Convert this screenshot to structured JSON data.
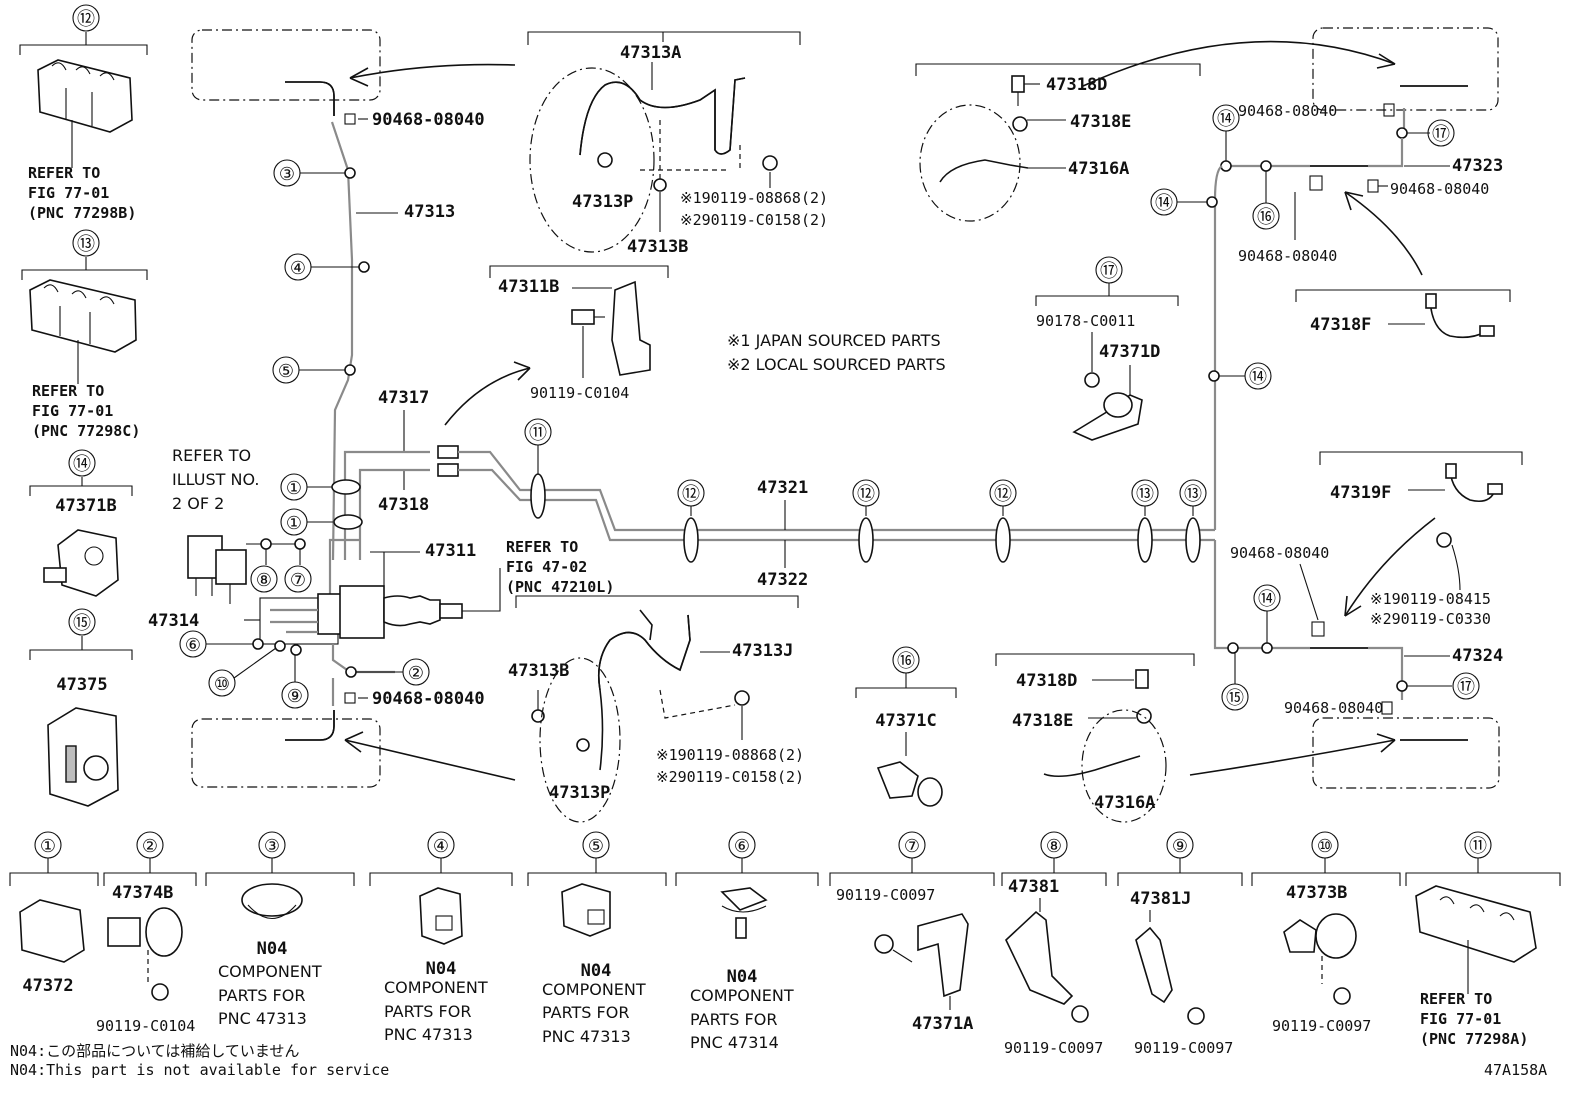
{
  "figure_id": "47A158A",
  "footnotes": {
    "jp": "N04:この部品については補給していません",
    "en": "N04:This part is not available for service"
  },
  "notes": {
    "note1": "※1 JAPAN SOURCED PARTS",
    "note2": "※2 LOCAL SOURCED PARTS"
  },
  "callouts": [
    "①",
    "②",
    "③",
    "④",
    "⑤",
    "⑥",
    "⑦",
    "⑧",
    "⑨",
    "⑩",
    "⑪",
    "⑫",
    "⑬",
    "⑭",
    "⑮",
    "⑯",
    "⑰"
  ],
  "left_column": {
    "c12": {
      "num": "⑫",
      "refer": "REFER TO",
      "fig": "FIG 77-01",
      "pnc": "(PNC 77298B)"
    },
    "c13": {
      "num": "⑬",
      "refer": "REFER TO",
      "fig": "FIG 77-01",
      "pnc": "(PNC 77298C)"
    },
    "c14": {
      "num": "⑭",
      "part": "47371B"
    },
    "c15": {
      "num": "⑮",
      "part": "47375"
    }
  },
  "main_parts": {
    "p47313": "47313",
    "p47317": "47317",
    "p47318": "47318",
    "p47311": "47311",
    "p47314": "47314",
    "p47321": "47321",
    "p47322": "47322",
    "clip_top": "90468-08040",
    "clip_bottom": "90468-08040",
    "refer_illust": [
      "REFER TO",
      "ILLUST NO.",
      "2 OF 2"
    ],
    "refer_fig": [
      "REFER TO",
      "FIG 47-02",
      "(PNC 47210L)"
    ]
  },
  "top_hose": {
    "title": "47313A",
    "p": "47313P",
    "b": "47313B",
    "bolt1": "※190119-08868(2)",
    "bolt2": "※290119-C0158(2)"
  },
  "bracket_47311b": {
    "title": "47311B",
    "bolt": "90119-C0104"
  },
  "bottom_hose": {
    "title": "47313J",
    "b": "47313B",
    "p": "47313P",
    "bolt1": "※190119-08868(2)",
    "bolt2": "※290119-C0158(2)"
  },
  "upper_right_hose": {
    "d": "47318D",
    "e": "47318E",
    "a": "47316A"
  },
  "rear_upper": {
    "clip_a": "90468-08040",
    "clip_b": "90468-08040",
    "clip_c": "90468-08040",
    "tube": "47323",
    "hose": "47318F"
  },
  "c17_group": {
    "num": "⑰",
    "nut": "90178-C0011",
    "part": "47371D"
  },
  "rear_lower": {
    "hose": "47319F",
    "bolt1": "※190119-08415",
    "bolt2": "※290119-C0330",
    "clip_a": "90468-08040",
    "clip_b": "90468-08040",
    "tube": "47324"
  },
  "c16_group": {
    "num": "⑯",
    "part": "47371C"
  },
  "lower_right_hose": {
    "d": "47318D",
    "e": "47318E",
    "a": "47316A"
  },
  "bottom_row": [
    {
      "num": "①",
      "part": "47372"
    },
    {
      "num": "②",
      "part": "47374B",
      "bolt": "90119-C0104"
    },
    {
      "num": "③",
      "code": "N04",
      "l1": "COMPONENT",
      "l2": "PARTS FOR",
      "l3": "PNC 47313"
    },
    {
      "num": "④",
      "code": "N04",
      "l1": "COMPONENT",
      "l2": "PARTS FOR",
      "l3": "PNC 47313"
    },
    {
      "num": "⑤",
      "code": "N04",
      "l1": "COMPONENT",
      "l2": "PARTS FOR",
      "l3": "PNC 47313"
    },
    {
      "num": "⑥",
      "code": "N04",
      "l1": "COMPONENT",
      "l2": "PARTS FOR",
      "l3": "PNC 47314"
    },
    {
      "num": "⑦",
      "bolt": "90119-C0097",
      "part": "47371A"
    },
    {
      "num": "⑧",
      "part": "47381",
      "bolt": "90119-C0097"
    },
    {
      "num": "⑨",
      "part": "47381J",
      "bolt": "90119-C0097"
    },
    {
      "num": "⑩",
      "part": "47373B",
      "bolt": "90119-C0097"
    },
    {
      "num": "⑪",
      "refer": "REFER TO",
      "fig": "FIG 77-01",
      "pnc": "(PNC 77298A)"
    }
  ]
}
